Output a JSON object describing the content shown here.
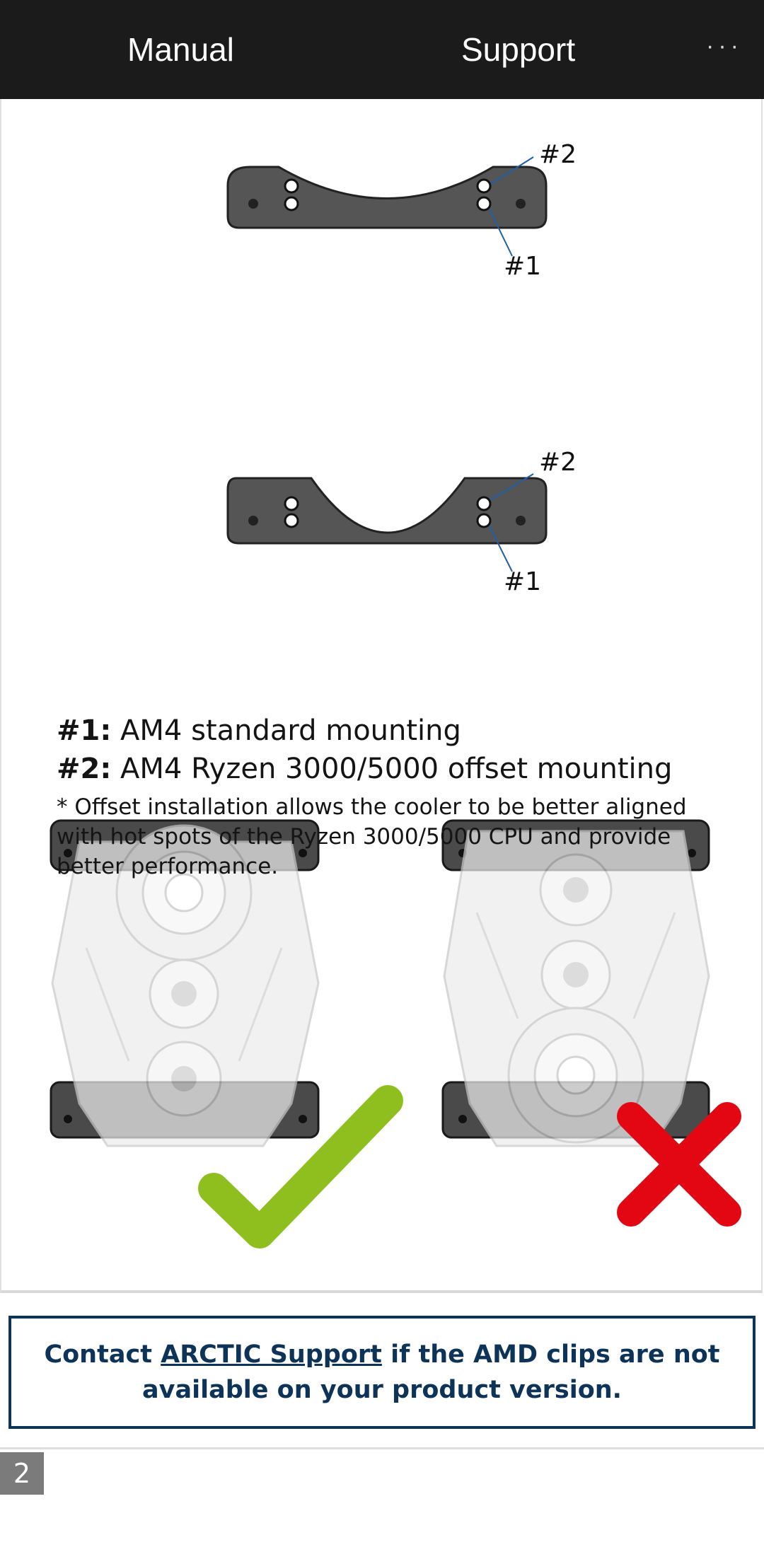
{
  "header": {
    "tabs": [
      {
        "label": "Manual"
      },
      {
        "label": "Support"
      }
    ],
    "more_label": "···"
  },
  "diagram": {
    "top_bracket": {
      "callout_a": "#2",
      "callout_b": "#1"
    },
    "bottom_bracket": {
      "callout_a": "#2",
      "callout_b": "#1"
    },
    "legend": {
      "item1_key": "#1:",
      "item1_text": " AM4 standard mounting",
      "item2_key": "#2:",
      "item2_text": " AM4 Ryzen 3000/5000 offset mounting",
      "note": "* Offset installation allows the cooler to be better aligned with hot spots of the Ryzen 3000/5000 CPU and provide better performance."
    },
    "examples": [
      {
        "status": "correct",
        "icon": "checkmark-icon",
        "color": "#8fbf1f"
      },
      {
        "status": "incorrect",
        "icon": "cross-icon",
        "color": "#e30613"
      }
    ]
  },
  "notice": {
    "prefix": "Contact ",
    "link_text": "ARCTIC Support",
    "suffix": " if the AMD clips are not available on your product version.",
    "border_color": "#0e3358"
  },
  "next_page": {
    "page_number": "2"
  }
}
